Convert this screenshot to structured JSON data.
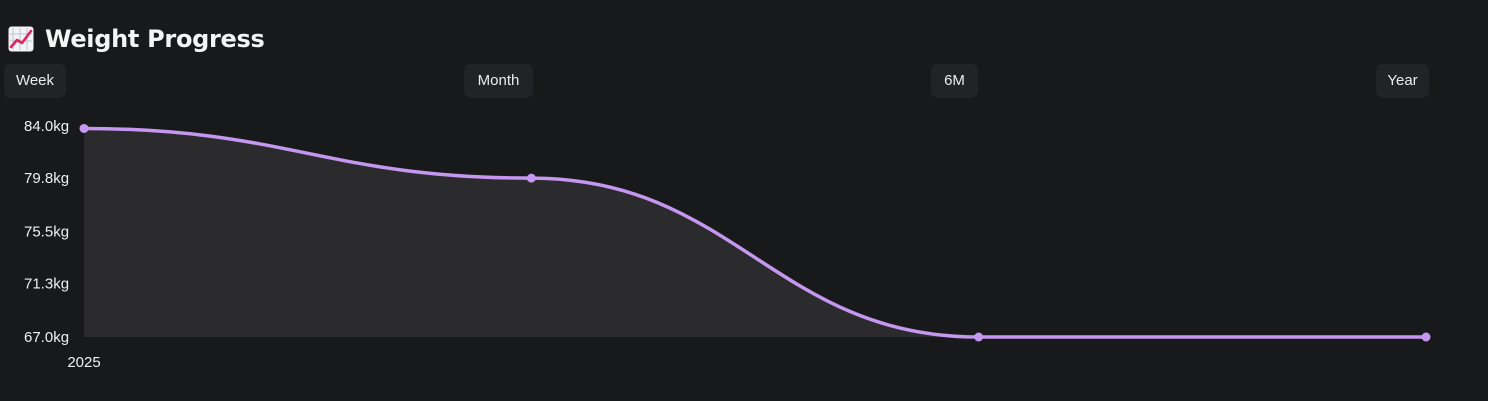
{
  "header": {
    "icon": "chart-increasing-icon",
    "title": "Weight Progress"
  },
  "ranges": [
    "Week",
    "Month",
    "6M",
    "Year"
  ],
  "colors": {
    "background": "#18191b",
    "button_bg": "#222326",
    "line": "#c597f0",
    "area": "#2b2b2e"
  },
  "chart_data": {
    "type": "area",
    "title": "Weight Progress",
    "x": [
      0,
      1,
      2,
      3
    ],
    "x_tick_labels": [
      "2025"
    ],
    "y_unit": "kg",
    "series": [
      {
        "values": [
          83.8,
          79.8,
          67.0,
          67.0
        ]
      }
    ],
    "ylim": [
      67.0,
      84.0
    ],
    "y_ticks": [
      84.0,
      79.8,
      75.5,
      71.3,
      67.0
    ],
    "y_tick_labels": [
      "84.0kg",
      "79.8kg",
      "75.5kg",
      "71.3kg",
      "67.0kg"
    ],
    "grid": false,
    "legend": "none"
  }
}
